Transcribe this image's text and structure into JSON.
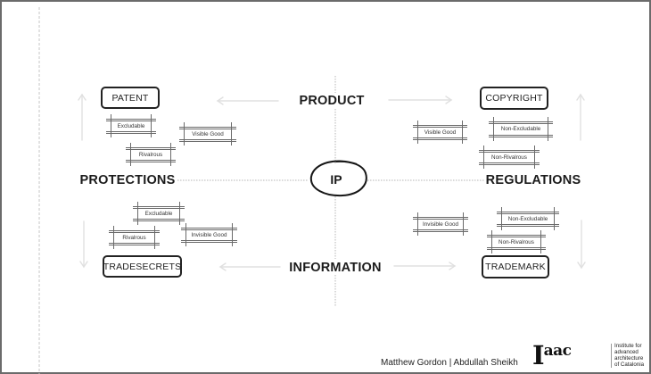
{
  "diagram": {
    "center": {
      "label": "IP"
    },
    "axes": {
      "top": "PRODUCT",
      "bottom": "INFORMATION",
      "left": "PROTECTIONS",
      "right": "REGULATIONS"
    },
    "quadrants": {
      "top_left": {
        "title": "PATENT",
        "tags": [
          "Excludable",
          "Visible Good",
          "Rivalrous"
        ]
      },
      "top_right": {
        "title": "COPYRIGHT",
        "tags": [
          "Visible Good",
          "Non-Excludable",
          "Non-Rivalrous"
        ]
      },
      "bottom_left": {
        "title": "TRADESECRETS",
        "tags": [
          "Excludable",
          "Rivalrous",
          "Invisible Good"
        ]
      },
      "bottom_right": {
        "title": "TRADEMARK",
        "tags": [
          "Invisible Good",
          "Non-Excludable",
          "Non-Rivalrous"
        ]
      }
    }
  },
  "footer": {
    "authors": "Matthew Gordon | Abdullah Sheikh",
    "logo": {
      "mark_big": "I",
      "mark_small": "aac",
      "subtitle": [
        "Institute for",
        "advanced",
        "architecture",
        "of Catalonia"
      ]
    }
  },
  "colors": {
    "ink": "#1b1b1b",
    "guide": "#b5b5b5",
    "arrow": "#e2e2e2",
    "frame": "#6b6b6b"
  }
}
